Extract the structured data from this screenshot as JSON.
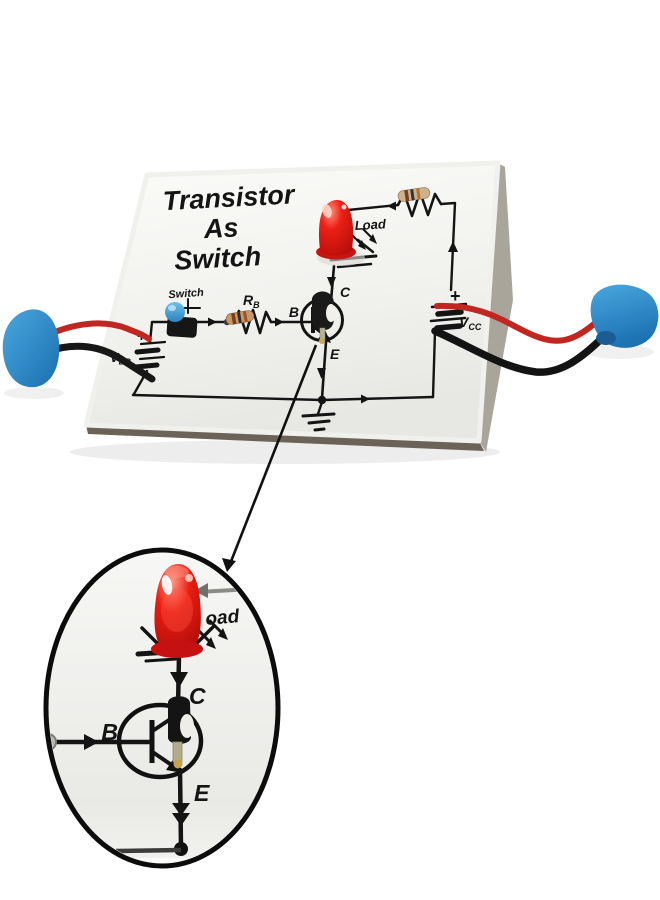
{
  "title": {
    "line1": "Transistor",
    "line2": "As",
    "line3": "Switch"
  },
  "board": {
    "switch_label": "Switch",
    "rb": {
      "base": "R",
      "sub": "B"
    },
    "node_b": "B",
    "node_c": "C",
    "node_e": "E",
    "load_label": "Load",
    "vbb": {
      "plus": "+",
      "base": "V",
      "sub": "BB"
    },
    "vcc": {
      "plus": "+",
      "base": "V",
      "sub": "CC"
    }
  },
  "magnifier": {
    "load_label_partial": "oad",
    "node_c": "C",
    "node_b": "B",
    "node_e": "E"
  },
  "colors": {
    "led_red": "#e11a12",
    "wire_red": "#c02722",
    "wire_black": "#161616",
    "battery_cover_blue": "#2a86c8",
    "switch_cap_blue": "#4aa3d6",
    "schematic_line": "#141414",
    "board_white": "#f4f4f2"
  }
}
